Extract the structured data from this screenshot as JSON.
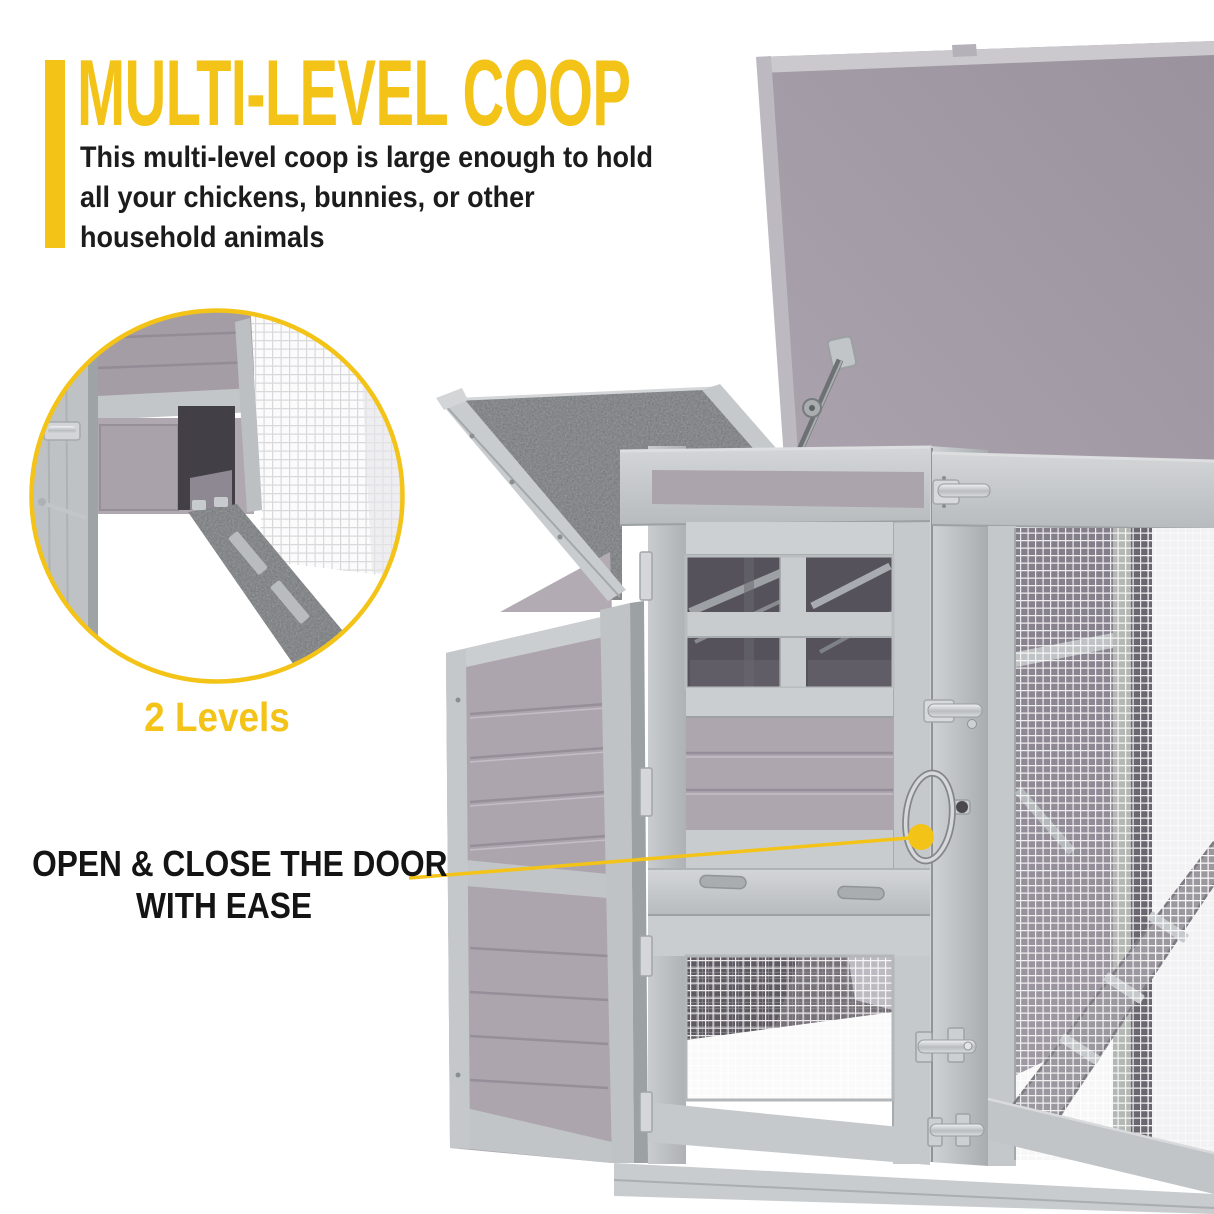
{
  "colors": {
    "accent_yellow": "#F3C318",
    "body_text": "#1C1C1C",
    "coop_wood_light": "#C9CCCE",
    "panel_lavender": "#ACA5AE",
    "roof_felt_gray": "#6F7274",
    "lid_underside": "#A29AA4",
    "mesh_wire": "#FFFFFF"
  },
  "header": {
    "title": "MULTI-LEVEL COOP",
    "description_lines": [
      "This multi-level coop is large enough to hold",
      "all your chickens, bunnies, or other",
      "household animals"
    ]
  },
  "inset": {
    "caption": "2 Levels",
    "alt": "Close-up of coop interior showing the ramp connecting the two levels"
  },
  "annotation": {
    "lines": [
      "OPEN & CLOSE THE DOOR",
      "WITH EASE"
    ]
  },
  "figure": {
    "alt": "Gray wooden multi-level chicken coop with open roof lid, upper door with window, lower mesh door and wire-mesh run"
  }
}
